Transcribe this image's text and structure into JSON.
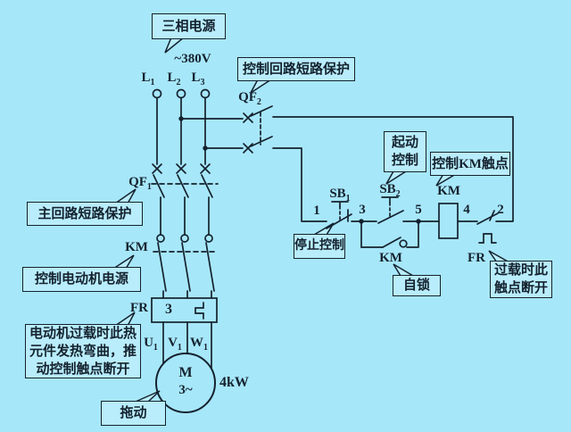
{
  "colors": {
    "background": "#a7e7fa",
    "ink": "#14222e",
    "callout_background": "#b9edfc"
  },
  "callouts": {
    "three_phase_supply": "三相电源",
    "control_circuit_short_protection": "控制回路短路保护",
    "main_circuit_short_protection": "主回路短路保护",
    "control_motor_power": "控制电动机电源",
    "thermal_overload_line1": "电动机过载时此热",
    "thermal_overload_line2": "元件发热弯曲，推",
    "thermal_overload_line3": "动控制触点断开",
    "drive": "拖动",
    "start_control_line1": "起动",
    "start_control_line2": "控制",
    "control_km_contact": "控制KM触点",
    "stop_control": "停止控制",
    "self_lock": "自锁",
    "overload_open_line1": "过载时此",
    "overload_open_line2": "触点断开"
  },
  "labels": {
    "voltage": "~380V",
    "l1": {
      "t": "L",
      "s": "1"
    },
    "l2": {
      "t": "L",
      "s": "2"
    },
    "l3": {
      "t": "L",
      "s": "3"
    },
    "qf1": {
      "t": "QF",
      "s": "1"
    },
    "qf2": {
      "t": "QF",
      "s": "2"
    },
    "sb1": {
      "t": "SB",
      "s": "1"
    },
    "sb2": {
      "t": "SB",
      "s": "2"
    },
    "u1": {
      "t": "U",
      "s": "1"
    },
    "v1": {
      "t": "V",
      "s": "1"
    },
    "w1": {
      "t": "W",
      "s": "1"
    },
    "km_main": "KM",
    "fr_main": "FR",
    "km_coil": "KM",
    "km_aux": "KM",
    "fr_control": "FR",
    "node1": "1",
    "node3": "3",
    "node5": "5",
    "node4": "4",
    "node2": "2",
    "fr_elements_count": "3",
    "motor_letter": "M",
    "motor_phase": "3~",
    "motor_power": "4kW"
  }
}
